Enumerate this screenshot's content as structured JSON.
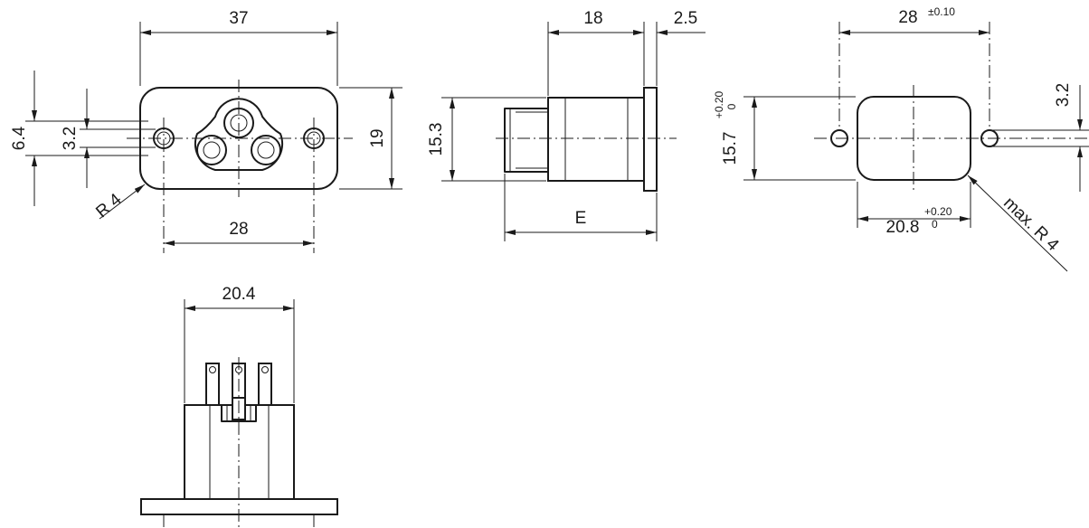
{
  "colors": {
    "stroke": "#1a1a1a",
    "background": "#ffffff"
  },
  "views": {
    "front": {
      "width_label": "37",
      "height_label": "19",
      "hole_spacing_label": "28",
      "offset_outer_label": "6.4",
      "offset_inner_label": "3.2",
      "radius_label": "R 4"
    },
    "side": {
      "depth_label": "18",
      "flange_label": "2.5",
      "height_label": "15.3",
      "overall_label": "E"
    },
    "cutout": {
      "hole_spacing_label": "28",
      "hole_spacing_tol": "±0.10",
      "height_label": "15.7",
      "height_tol_upper": "+0.20",
      "height_tol_lower": "0",
      "width_label": "20.8",
      "width_tol_upper": "+0.20",
      "width_tol_lower": "0",
      "hole_label": "3.2",
      "radius_label": "max. R 4"
    },
    "bottom": {
      "width_label": "20.4"
    }
  }
}
